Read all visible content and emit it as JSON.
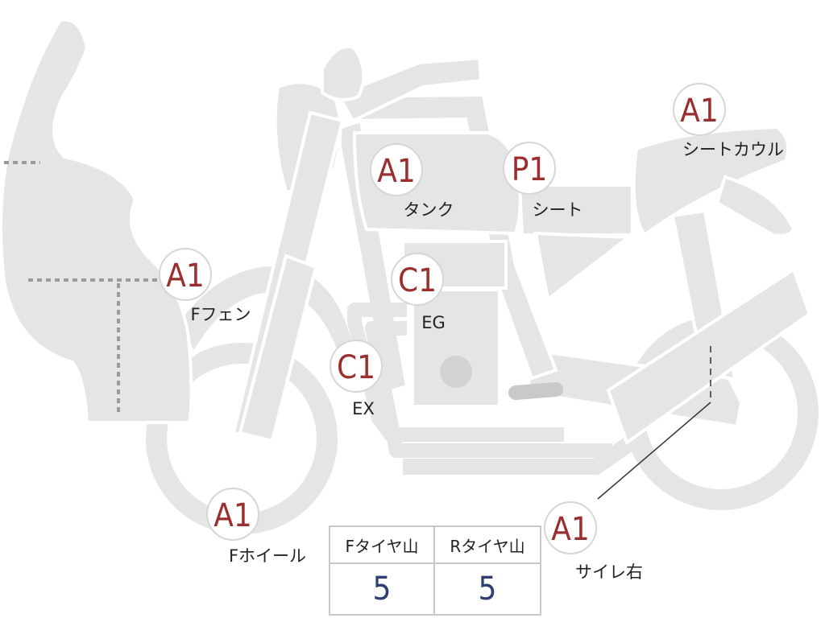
{
  "colors": {
    "body_fill": "#e5e5e3",
    "rating_code": "#9b2f2f",
    "tire_value": "#2f3f74",
    "label": "#222222"
  },
  "badges": [
    {
      "id": "windscreen-cowl",
      "code": "A1",
      "label": "Fフェン"
    },
    {
      "id": "tank",
      "code": "A1",
      "label": "タンク"
    },
    {
      "id": "seat",
      "code": "P1",
      "label": "シート"
    },
    {
      "id": "seat-cowl",
      "code": "A1",
      "label": "シートカウル"
    },
    {
      "id": "engine",
      "code": "C1",
      "label": "EG"
    },
    {
      "id": "exhaust",
      "code": "C1",
      "label": "EX"
    },
    {
      "id": "front-wheel",
      "code": "A1",
      "label": "Fホイール"
    },
    {
      "id": "muffler-right",
      "code": "A1",
      "label": "サイレ右"
    }
  ],
  "tire_table": {
    "headers": [
      "Fタイヤ山",
      "Rタイヤ山"
    ],
    "values": [
      "5",
      "5"
    ]
  }
}
